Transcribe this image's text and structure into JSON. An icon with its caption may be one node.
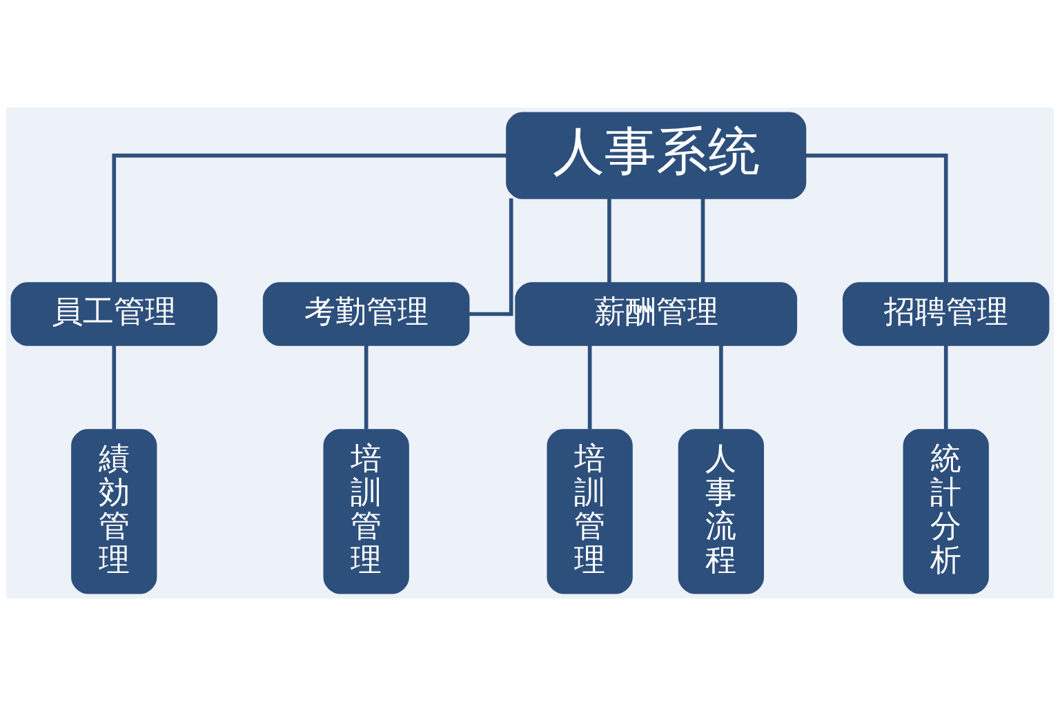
{
  "diagram": {
    "nodes": [
      {
        "text": [
          "人事系统"
        ]
      },
      {
        "text": [
          "員工管理"
        ]
      },
      {
        "text": [
          "考勤管理"
        ]
      },
      {
        "text": [
          "薪酬管理"
        ]
      },
      {
        "text": [
          "招聘管理"
        ]
      },
      {
        "text": [
          "績効管理"
        ]
      },
      {
        "text": [
          "培訓管理"
        ]
      },
      {
        "text": [
          "培訓管理"
        ]
      },
      {
        "text": [
          "人事流程"
        ]
      },
      {
        "text": [
          "統計分析"
        ]
      }
    ],
    "edges": [
      {
        "from": 0,
        "to": 1,
        "arrow": "none"
      },
      {
        "from": 0,
        "to": 2,
        "arrow": "none"
      },
      {
        "from": 0,
        "to": 3,
        "arrow": "none"
      },
      {
        "from": 0,
        "to": 3,
        "arrow": "none"
      },
      {
        "from": 0,
        "to": 4,
        "arrow": "none"
      },
      {
        "from": 1,
        "to": 5,
        "arrow": "none"
      },
      {
        "from": 2,
        "to": 6,
        "arrow": "none"
      },
      {
        "from": 3,
        "to": 7,
        "arrow": "none"
      },
      {
        "from": 3,
        "to": 8,
        "arrow": "none"
      },
      {
        "from": 4,
        "to": 9,
        "arrow": "none"
      }
    ]
  }
}
